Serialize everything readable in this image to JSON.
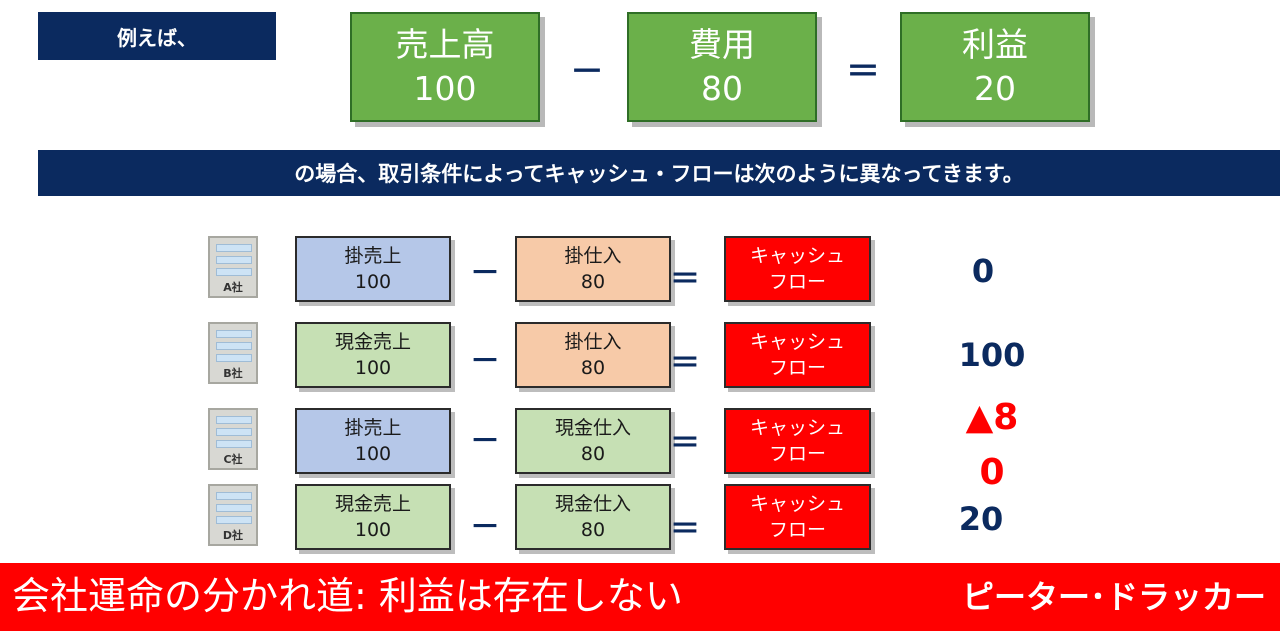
{
  "intro_label": "例えば、",
  "top_equation": {
    "term1": {
      "label": "売上高",
      "value": "100"
    },
    "op1": "－",
    "term2": {
      "label": "費用",
      "value": "80"
    },
    "op2": "＝",
    "result": {
      "label": "利益",
      "value": "20"
    }
  },
  "banner": "の場合、取引条件によってキャッシュ・フローは次のように異なってきます。",
  "rows": [
    {
      "company": "A社",
      "revenue": {
        "label": "掛売上",
        "value": "100"
      },
      "op1": "－",
      "cost": {
        "label": "掛仕入",
        "value": "80"
      },
      "op2": "＝",
      "cf": {
        "line1": "キャッシュ",
        "line2": "フロー"
      },
      "result": "0"
    },
    {
      "company": "B社",
      "revenue": {
        "label": "現金売上",
        "value": "100"
      },
      "op1": "－",
      "cost": {
        "label": "掛仕入",
        "value": "80"
      },
      "op2": "＝",
      "cf": {
        "line1": "キャッシュ",
        "line2": "フロー"
      },
      "result": "100"
    },
    {
      "company": "C社",
      "revenue": {
        "label": "掛売上",
        "value": "100"
      },
      "op1": "－",
      "cost": {
        "label": "現金仕入",
        "value": "80"
      },
      "op2": "＝",
      "cf": {
        "line1": "キャッシュ",
        "line2": "フロー"
      },
      "result": "▲8",
      "result_extra": "0"
    },
    {
      "company": "D社",
      "revenue": {
        "label": "現金売上",
        "value": "100"
      },
      "op1": "－",
      "cost": {
        "label": "現金仕入",
        "value": "80"
      },
      "op2": "＝",
      "cf": {
        "line1": "キャッシュ",
        "line2": "フロー"
      },
      "result": "20"
    }
  ],
  "footer": {
    "left": "会社運命の分かれ道: 利益は存在しない",
    "right": "ピーター･ドラッカー"
  },
  "colors": {
    "navy": "#0b2a5f",
    "green": "#6bb04a",
    "red": "#ff0000",
    "blue_box": "#b5c7e8",
    "peach_box": "#f7caa8",
    "light_green_box": "#c6e0b4"
  }
}
